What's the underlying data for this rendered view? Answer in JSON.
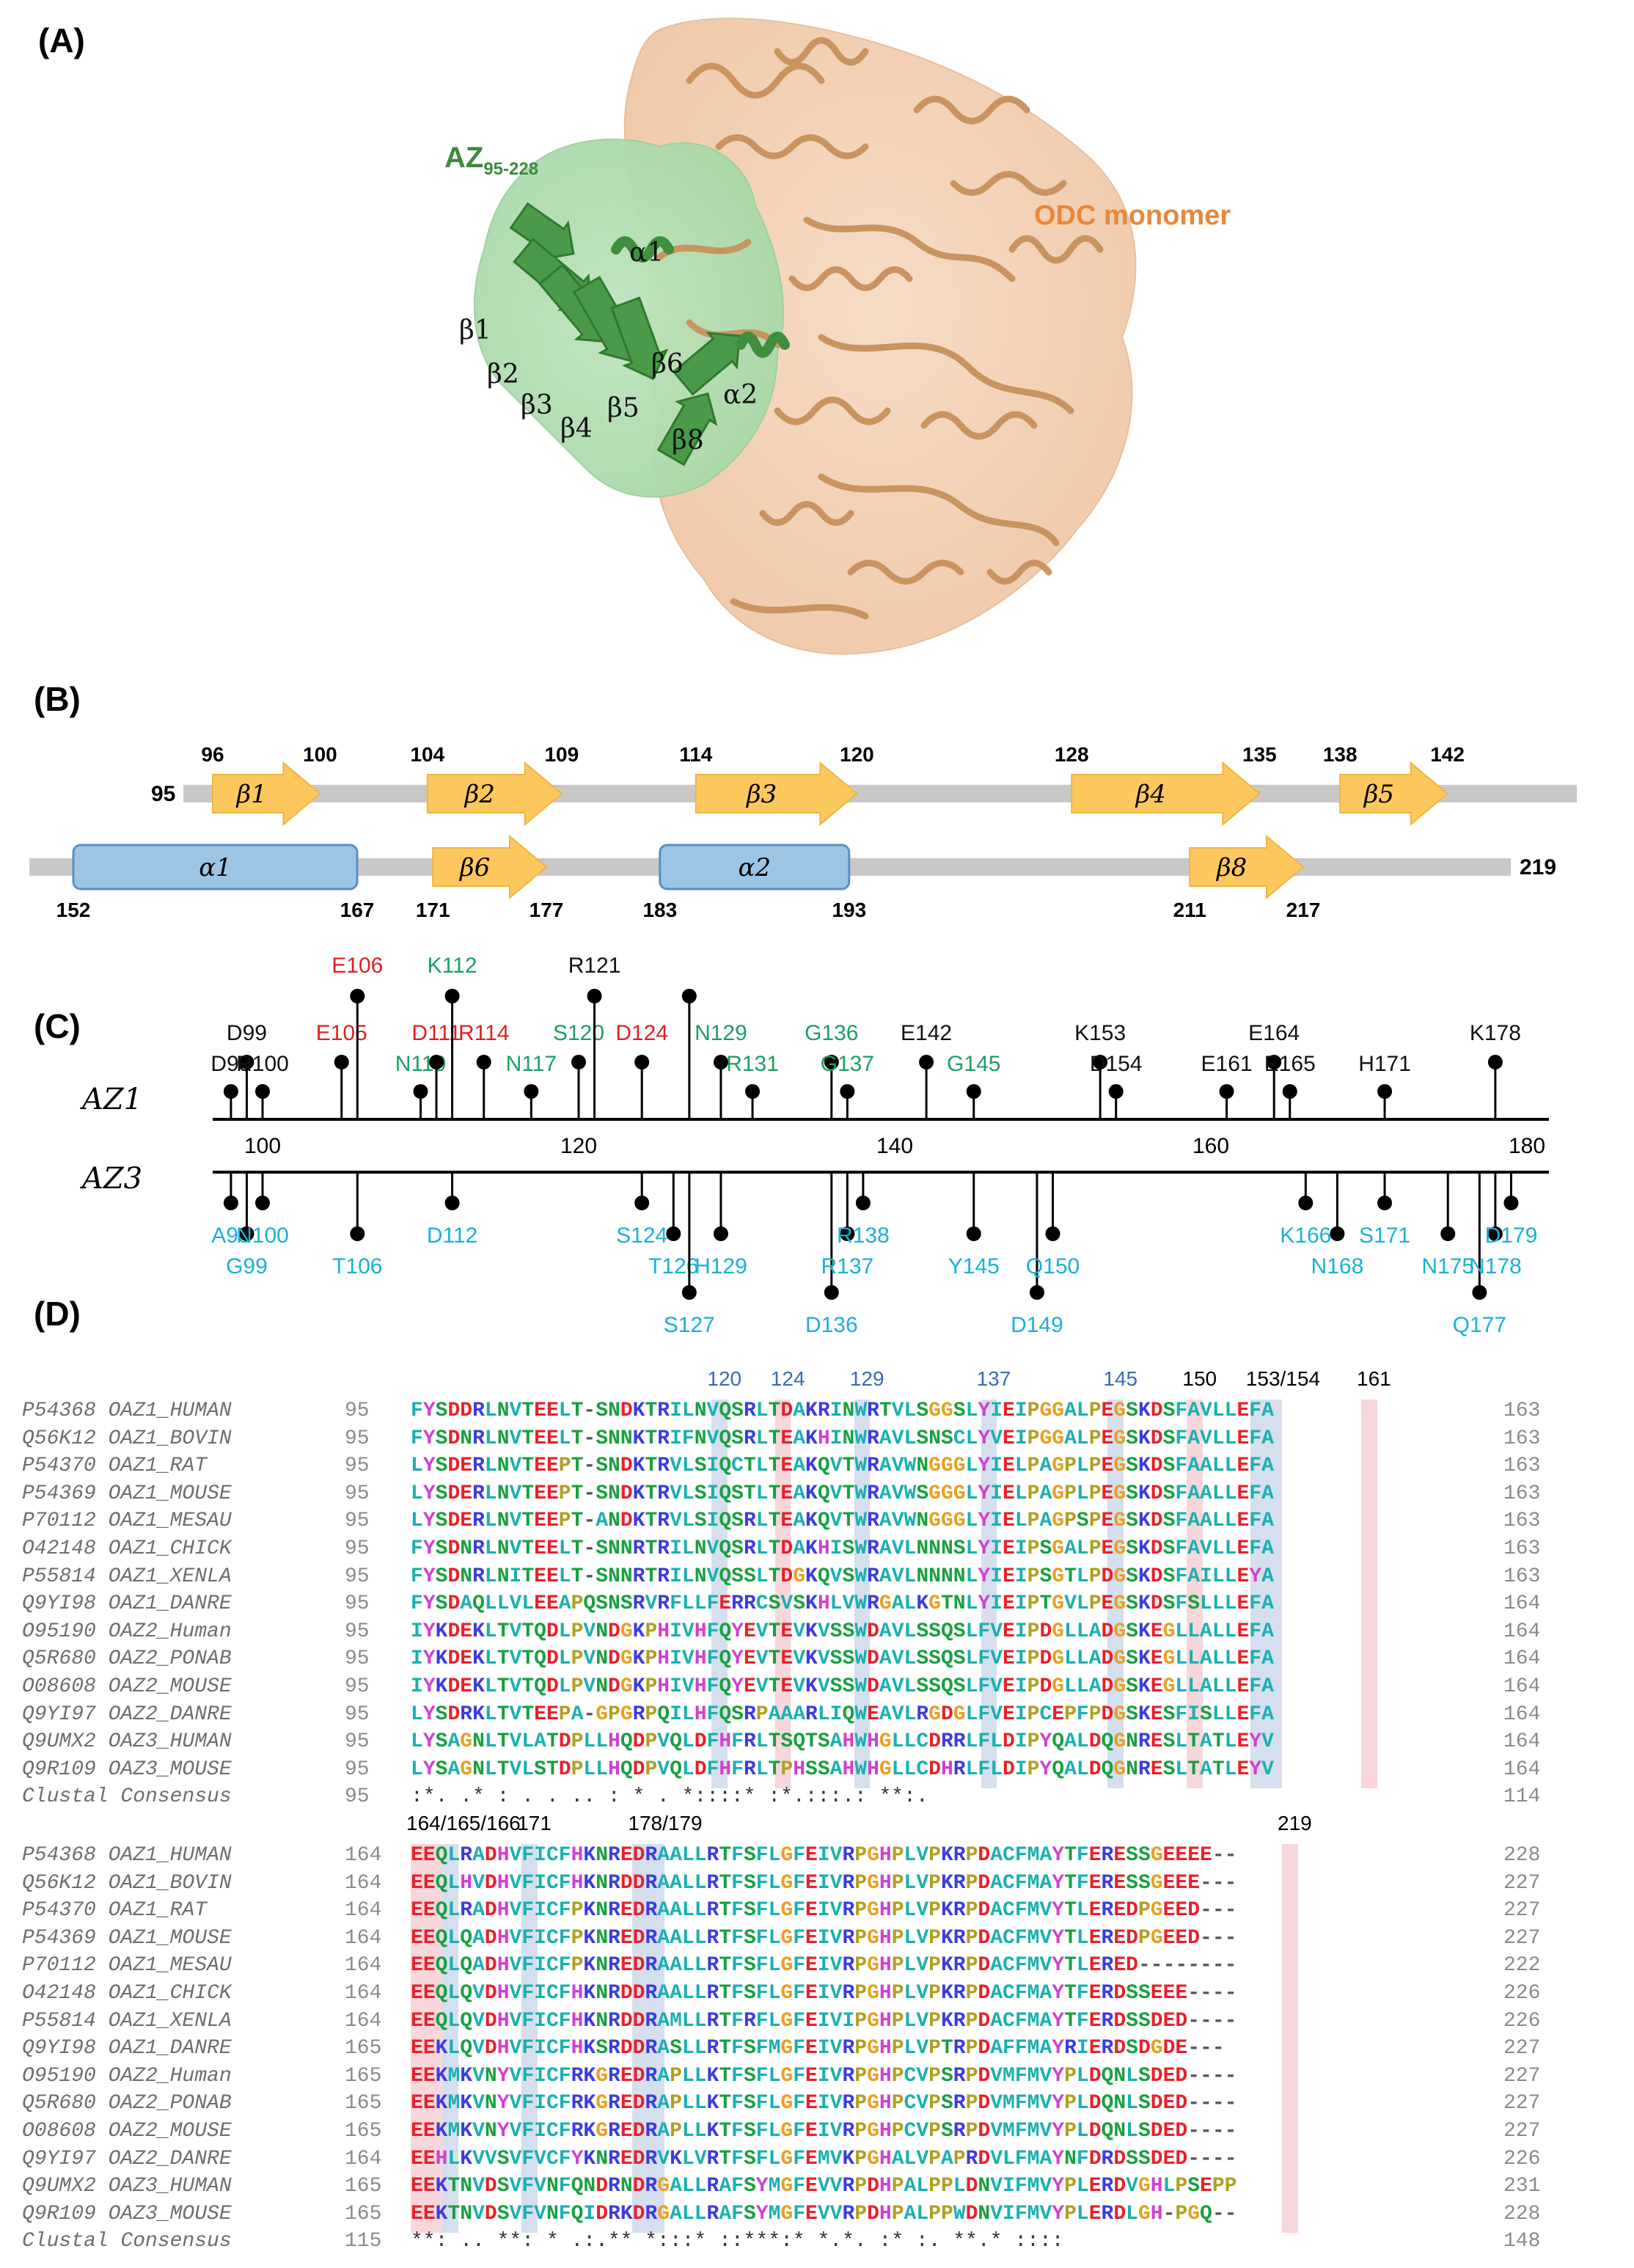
{
  "panels": {
    "a": "(A)",
    "b": "(B)",
    "c": "(C)",
    "d": "(D)"
  },
  "panel_a": {
    "az_label": "AZ",
    "az_sub": "95-228",
    "odc_label": "ODC monomer",
    "ss_labels": [
      "α1",
      "β1",
      "β2",
      "β3",
      "β4",
      "β5",
      "β6",
      "α2",
      "β8"
    ],
    "colors": {
      "az": "#3e8a3e",
      "odc": "#e8883a"
    }
  },
  "panel_b": {
    "row1": {
      "start_label": "95",
      "elements": [
        {
          "name": "β1",
          "type": "strand",
          "from": 96,
          "to": 100
        },
        {
          "name": "β2",
          "type": "strand",
          "from": 104,
          "to": 109
        },
        {
          "name": "β3",
          "type": "strand",
          "from": 114,
          "to": 120
        },
        {
          "name": "β4",
          "type": "strand",
          "from": 128,
          "to": 135
        },
        {
          "name": "β5",
          "type": "strand",
          "from": 138,
          "to": 142
        }
      ]
    },
    "row2": {
      "end_label": "219",
      "elements": [
        {
          "name": "α1",
          "type": "helix",
          "from": 152,
          "to": 167
        },
        {
          "name": "β6",
          "type": "strand",
          "from": 171,
          "to": 177
        },
        {
          "name": "α2",
          "type": "helix",
          "from": 183,
          "to": 193
        },
        {
          "name": "β8",
          "type": "strand",
          "from": 211,
          "to": 217
        }
      ]
    },
    "colors": {
      "strand": "#fcc85e",
      "helix": "#9cc4e4",
      "line": "#c8c8c8"
    }
  },
  "panel_c": {
    "az1_label": "AZ1",
    "az3_label": "AZ3",
    "axis_ticks": [
      "100",
      "120",
      "140",
      "160",
      "180"
    ],
    "az1_residues": [
      {
        "label": "D98",
        "pos": 98,
        "tier": 1,
        "color": "black"
      },
      {
        "label": "D99",
        "pos": 99,
        "tier": 2,
        "color": "black"
      },
      {
        "label": "R100",
        "pos": 100,
        "tier": 1,
        "color": "black"
      },
      {
        "label": "E105",
        "pos": 105,
        "tier": 2,
        "color": "red"
      },
      {
        "label": "E106",
        "pos": 106,
        "tier": 3,
        "color": "red"
      },
      {
        "label": "N110",
        "pos": 110,
        "tier": 1,
        "color": "green"
      },
      {
        "label": "D111",
        "pos": 111,
        "tier": 2,
        "color": "red"
      },
      {
        "label": "K112",
        "pos": 112,
        "tier": 3,
        "color": "green"
      },
      {
        "label": "R114",
        "pos": 114,
        "tier": 2,
        "color": "red"
      },
      {
        "label": "N117",
        "pos": 117,
        "tier": 1,
        "color": "green"
      },
      {
        "label": "S120",
        "pos": 120,
        "tier": 2,
        "color": "green"
      },
      {
        "label": "R121",
        "pos": 121,
        "tier": 3,
        "color": "black"
      },
      {
        "label": "D124",
        "pos": 124,
        "tier": 2,
        "color": "red"
      },
      {
        "label": "",
        "pos": 127,
        "tier": 3,
        "color": "black"
      },
      {
        "label": "N129",
        "pos": 129,
        "tier": 2,
        "color": "green"
      },
      {
        "label": "R131",
        "pos": 131,
        "tier": 1,
        "color": "green"
      },
      {
        "label": "G136",
        "pos": 136,
        "tier": 2,
        "color": "green"
      },
      {
        "label": "G137",
        "pos": 137,
        "tier": 1,
        "color": "green"
      },
      {
        "label": "E142",
        "pos": 142,
        "tier": 2,
        "color": "black"
      },
      {
        "label": "G145",
        "pos": 145,
        "tier": 1,
        "color": "green"
      },
      {
        "label": "K153",
        "pos": 153,
        "tier": 2,
        "color": "black"
      },
      {
        "label": "D154",
        "pos": 154,
        "tier": 1,
        "color": "black"
      },
      {
        "label": "E161",
        "pos": 161,
        "tier": 1,
        "color": "black"
      },
      {
        "label": "E164",
        "pos": 164,
        "tier": 2,
        "color": "black"
      },
      {
        "label": "E165",
        "pos": 165,
        "tier": 1,
        "color": "black"
      },
      {
        "label": "H171",
        "pos": 171,
        "tier": 1,
        "color": "black"
      },
      {
        "label": "K178",
        "pos": 178,
        "tier": 2,
        "color": "black"
      }
    ],
    "az3_residues": [
      {
        "label": "A98",
        "pos": 98,
        "tier": 1
      },
      {
        "label": "G99",
        "pos": 99,
        "tier": 2
      },
      {
        "label": "N100",
        "pos": 100,
        "tier": 1
      },
      {
        "label": "T106",
        "pos": 106,
        "tier": 2
      },
      {
        "label": "D112",
        "pos": 112,
        "tier": 1
      },
      {
        "label": "S124",
        "pos": 124,
        "tier": 1
      },
      {
        "label": "T126",
        "pos": 126,
        "tier": 2
      },
      {
        "label": "S127",
        "pos": 127,
        "tier": 3
      },
      {
        "label": "H129",
        "pos": 129,
        "tier": 2
      },
      {
        "label": "D136",
        "pos": 136,
        "tier": 3
      },
      {
        "label": "R137",
        "pos": 137,
        "tier": 2
      },
      {
        "label": "R138",
        "pos": 138,
        "tier": 1
      },
      {
        "label": "Y145",
        "pos": 145,
        "tier": 2
      },
      {
        "label": "D149",
        "pos": 149,
        "tier": 3
      },
      {
        "label": "Q150",
        "pos": 150,
        "tier": 2
      },
      {
        "label": "K166",
        "pos": 166,
        "tier": 1
      },
      {
        "label": "N168",
        "pos": 168,
        "tier": 2
      },
      {
        "label": "S171",
        "pos": 171,
        "tier": 1
      },
      {
        "label": "N175",
        "pos": 175,
        "tier": 2
      },
      {
        "label": "Q177",
        "pos": 177,
        "tier": 3
      },
      {
        "label": "N178",
        "pos": 178,
        "tier": 2
      },
      {
        "label": "D179",
        "pos": 179,
        "tier": 1
      }
    ],
    "colors": {
      "black": "#111111",
      "red": "#e02020",
      "green": "#1aa060",
      "cyan": "#1ab0d8"
    }
  },
  "panel_d": {
    "block1": {
      "markers": [
        {
          "label": "120",
          "col": 19,
          "color": "#3a6ab4"
        },
        {
          "label": "124",
          "col": 23,
          "color": "#3a6ab4"
        },
        {
          "label": "129",
          "col": 28,
          "color": "#3a6ab4"
        },
        {
          "label": "137",
          "col": 36,
          "color": "#3a6ab4"
        },
        {
          "label": "145",
          "col": 44,
          "color": "#3a6ab4"
        },
        {
          "label": "150",
          "col": 49,
          "color": "#000000"
        },
        {
          "label": "153/154",
          "col": 53,
          "color": "#000000"
        },
        {
          "label": "161",
          "col": 60,
          "color": "#000000"
        }
      ],
      "rows": [
        {
          "name": "P54368 OAZ1_HUMAN",
          "start": "95",
          "seq": "FYSDDRLNVTEELT-SNDKTRILNVQSRLTDAKRINWRTVLSGGSLYIEIPGGALPEGSKDSFAVLLEFA",
          "end": "163"
        },
        {
          "name": "Q56K12 OAZ1_BOVIN",
          "start": "95",
          "seq": "FYSDNRLNVTEELT-SNNKTRIFNVQSRLTEAKHINWRAVLSNSCLYVEIPGGALPEGSKDSFAVLLEFA",
          "end": "163"
        },
        {
          "name": "P54370 OAZ1_RAT",
          "start": "95",
          "seq": "LYSDERLNVTEEPT-SNDKTRVLSIQCTLTEAKQVTWRAVWNGGGLYIELPAGPLPEGSKDSFAALLEFA",
          "end": "163"
        },
        {
          "name": "P54369 OAZ1_MOUSE",
          "start": "95",
          "seq": "LYSDERLNVTEEPT-SNDKTRVLSIQSTLTEAKQVTWRAVWSGGGLYIELPAGPLPEGSKDSFAALLEFA",
          "end": "163"
        },
        {
          "name": "P70112 OAZ1_MESAU",
          "start": "95",
          "seq": "LYSDERLNVTEEPT-ANDKTRVLSIQSRLTEAKQVTWRAVWNGGGLYIELPAGPSPEGSKDSFAALLEFA",
          "end": "163"
        },
        {
          "name": "O42148 OAZ1_CHICK",
          "start": "95",
          "seq": "FYSDNRLNVTEELT-SNNRTRILNVQSRLTDAKHISWRAVLNNNSLYIEIPSGALPEGSKDSFAVLLEFA",
          "end": "163"
        },
        {
          "name": "P55814 OAZ1_XENLA",
          "start": "95",
          "seq": "FYSDNRLNITEELT-SNNRTRILNVQSSLTDGKQVSWRAVLNNNNLYIEIPSGTLPDGSKDSFAILLEYA",
          "end": "163"
        },
        {
          "name": "Q9YI98 OAZ1_DANRE",
          "start": "95",
          "seq": "FYSDAQLLVLEEAPQSNSRVRFLLFERRCSVSKHLVWRGALKGTNLYIEIPTGVLPEGSKDSFSLLLEFA",
          "end": "164"
        },
        {
          "name": "O95190 OAZ2_Human",
          "start": "95",
          "seq": "IYKDEKLTVTQDLPVNDGKPHIVHFQYEVTEVKVSSWDAVLSSQSLFVEIPDGLLADGSKEGLLALLEFA",
          "end": "164"
        },
        {
          "name": "Q5R680 OAZ2_PONAB",
          "start": "95",
          "seq": "IYKDEKLTVTQDLPVNDGKPHIVHFQYEVTEVKVSSWDAVLSSQSLFVEIPDGLLADGSKEGLLALLEFA",
          "end": "164"
        },
        {
          "name": "O08608 OAZ2_MOUSE",
          "start": "95",
          "seq": "IYKDEKLTVTQDLPVNDGKPHIVHFQYEVTEVKVSSWDAVLSSQSLFVEIPDGLLADGSKEGLLALLEFA",
          "end": "164"
        },
        {
          "name": "Q9YI97 OAZ2_DANRE",
          "start": "95",
          "seq": "LYSDRKLTVTEEPA-GPGRPQILHFQSRPAAARLIQWEAVLRGDGLFVEIPCEPFPDGSKESFISLLEFA",
          "end": "164"
        },
        {
          "name": "Q9UMX2 OAZ3_HUMAN",
          "start": "95",
          "seq": "LYSAGNLTVLATDPLLHQDPVQLDFHFRLTSQTSAHWHGLLCDRRLFLDIPYQALDQGNRESLTATLEYV",
          "end": "164"
        },
        {
          "name": "Q9R109 OAZ3_MOUSE",
          "start": "95",
          "seq": "LYSAGNLTVLSTDPLLHQDPVQLDFHFRLTPHSSAHWHGLLCDHRLFLDIPYQALDQGNRESLTATLEYV",
          "end": "164"
        },
        {
          "name": "Clustal Consensus",
          "start": "95",
          "seq": " :*.  .*  :           .  . ..   :        *      . *::::*    :*.:::.:     **:.",
          "end": "114"
        }
      ]
    },
    "block2": {
      "markers": [
        {
          "label": "164/165/166",
          "col": 0,
          "color": "#000000"
        },
        {
          "label": "171",
          "col": 7,
          "color": "#000000"
        },
        {
          "label": "178/179",
          "col": 14,
          "color": "#000000"
        },
        {
          "label": "219",
          "col": 55,
          "color": "#000000"
        }
      ],
      "rows": [
        {
          "name": "P54368 OAZ1_HUMAN",
          "start": "164",
          "seq": "EEQLRADHVFICFHKNREDRAALLRTFSFLGFEIVRPGHPLVPKRPDACFMAYTFERESSGEEEE--",
          "end": "228"
        },
        {
          "name": "Q56K12 OAZ1_BOVIN",
          "start": "164",
          "seq": "EEQLHVDHVFICFHKNRDDRAALLRTFSFLGFEIVRPGHPLVPKRPDACFMAYTFERESSGEEE---",
          "end": "227"
        },
        {
          "name": "P54370 OAZ1_RAT",
          "start": "164",
          "seq": "EEQLRADHVFICFPKNREDRAALLRTFSFLGFEIVRPGHPLVPKRPDACFMVYTLEREDPGEED---",
          "end": "227"
        },
        {
          "name": "P54369 OAZ1_MOUSE",
          "start": "164",
          "seq": "EEQLQADHVFICFPKNREDRAALLRTFSFLGFEIVRPGHPLVPKRPDACFMVYTLEREDPGEED---",
          "end": "227"
        },
        {
          "name": "P70112 OAZ1_MESAU",
          "start": "164",
          "seq": "EEQLQADHVFICFPKNREDRAALLRTFSFLGFEIVRPGHPLVPKRPDACFMVYTLERED--------",
          "end": "222"
        },
        {
          "name": "O42148 OAZ1_CHICK",
          "start": "164",
          "seq": "EEQLQVDHVFICFHKNRDDRAALLRTFSFLGFEIVRPGHPLVPKRPDACFMAYTFERDSSEEE----",
          "end": "226"
        },
        {
          "name": "P55814 OAZ1_XENLA",
          "start": "164",
          "seq": "EEQLQVDHVFICFHKNRDDRAMLLRTFRFLGFEIVIPGHPLVPKRPDACFMAYTFERDSSDED----",
          "end": "226"
        },
        {
          "name": "Q9YI98 OAZ1_DANRE",
          "start": "165",
          "seq": "EEKLQVDHVFICFHKSRDDRASLLRTFSFMGFEIVRPGHPLVPTRPDAFFMAYRIERDSDGDE---",
          "end": "227"
        },
        {
          "name": "O95190 OAZ2_Human",
          "start": "165",
          "seq": "EEKMKVNYVFICFRKGREDRAPLLKTFSFLGFEIVRPGHPCVPSRPDVMFMVYPLDQNLSDED----",
          "end": "227"
        },
        {
          "name": "Q5R680 OAZ2_PONAB",
          "start": "165",
          "seq": "EEKMKVNYVFICFRKGREDRAPLLKTFSFLGFEIVRPGHPCVPSRPDVMFMVYPLDQNLSDED----",
          "end": "227"
        },
        {
          "name": "O08608 OAZ2_MOUSE",
          "start": "165",
          "seq": "EEKMKVNYVFICFRKGREDRAPLLKTFSFLGFEIVRPGHPCVPSRPDVMFMVYPLDQNLSDED----",
          "end": "227"
        },
        {
          "name": "Q9YI97 OAZ2_DANRE",
          "start": "164",
          "seq": "EEHLKVVSVFVCFYKNREDRVKLVRTFSFLGFEMVKPGHALVPAPRDVLFMAYNFDRDSSDED----",
          "end": "226"
        },
        {
          "name": "Q9UMX2 OAZ3_HUMAN",
          "start": "165",
          "seq": "EEKTNVDSVFVNFQNDRNDRGALLRAFSYMGFEVVRPDHPALPPLDNVIFMVYPLERDVGHLPSEPP",
          "end": "231"
        },
        {
          "name": "Q9R109 OAZ3_MOUSE",
          "start": "165",
          "seq": "EEKTNVDSVFVNFQIDRKDRGALLRAFSYMGFEVVRPDHPALPPWDNVIFMVYPLERDLGH-PGQ--",
          "end": "228"
        },
        {
          "name": "Clustal Consensus",
          "start": "115",
          "seq": "**: ..  **: *   .:.** *:::* ::***:* *.*. :*    :. **.*  ::::",
          "end": "148"
        }
      ]
    },
    "residue_colors": {
      "acidic": "#e8202a",
      "basic": "#3c3ce0",
      "hydrophobic": "#1ab0b0",
      "polar": "#18a040",
      "glycine": "#e8a020",
      "proline": "#b0a020",
      "aromatic_h": "#d040d0",
      "gap": "#555555"
    }
  }
}
